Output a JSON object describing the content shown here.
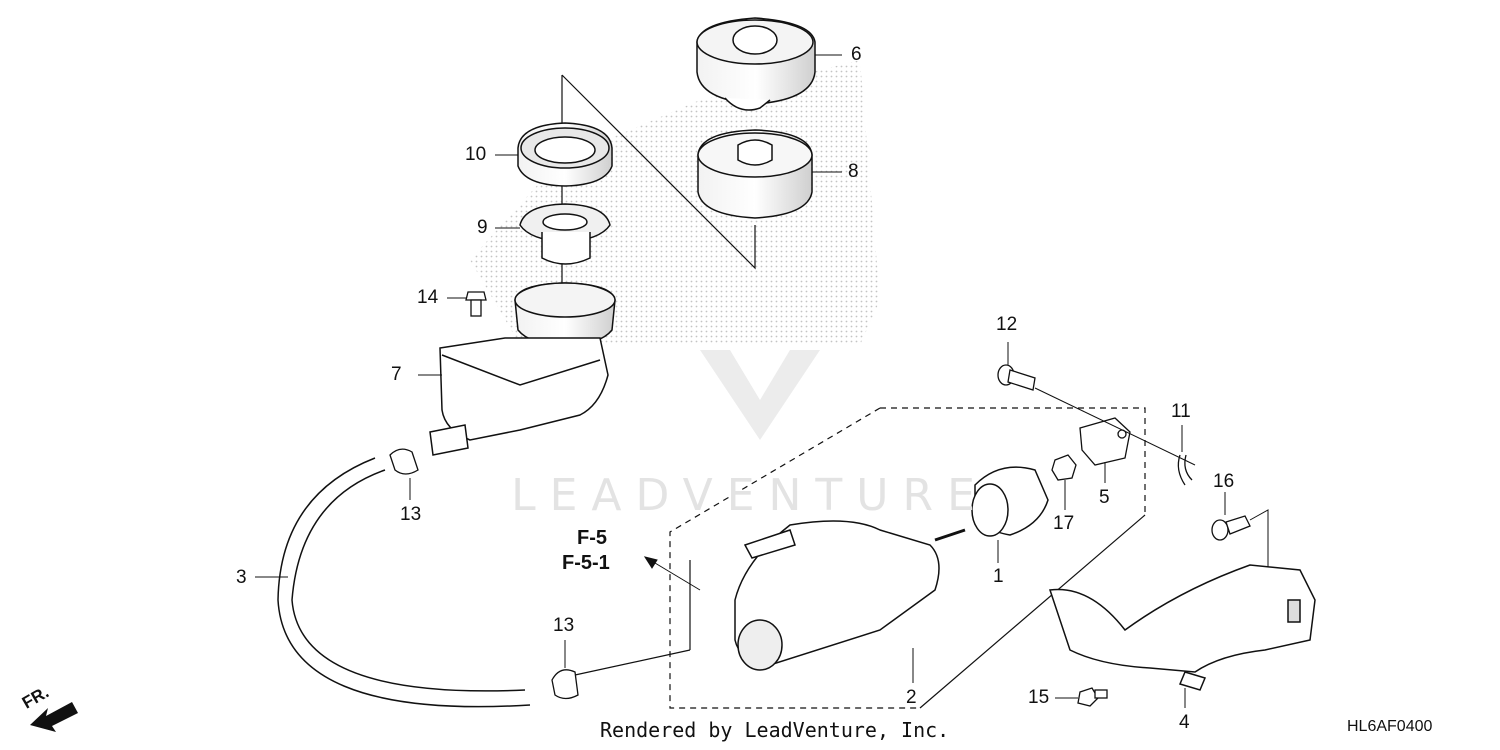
{
  "watermark": "LEADVENTURE",
  "callouts": [
    "1",
    "2",
    "3",
    "4",
    "5",
    "6",
    "7",
    "8",
    "9",
    "10",
    "11",
    "12",
    "13",
    "13",
    "14",
    "15",
    "16",
    "17"
  ],
  "refs": [
    "F-5",
    "F-5-1"
  ],
  "direction": "FR.",
  "footer": "Rendered by LeadVenture, Inc.",
  "diagram_code": "HL6AF0400",
  "colors": {
    "line": "#111111",
    "watermark": "#e3e3e3",
    "dots": "#bdbdbd",
    "part_fill": "#ffffff",
    "part_shade": "#d0d0d0"
  }
}
